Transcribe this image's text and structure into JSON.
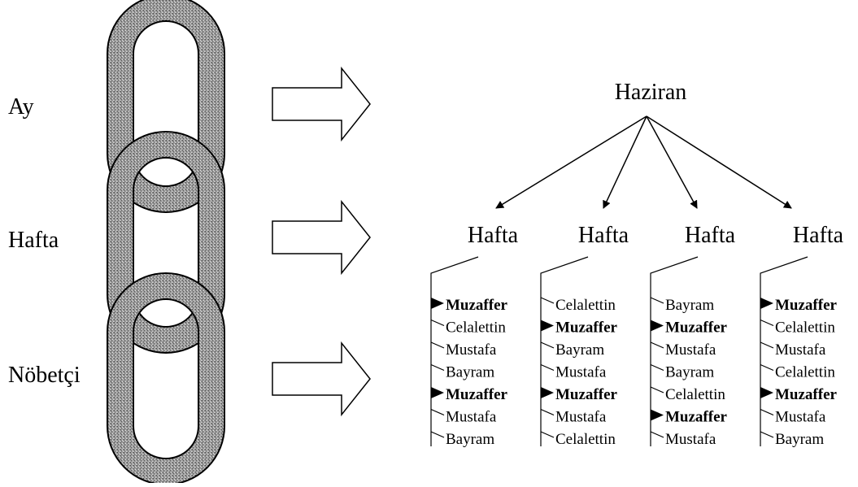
{
  "levels": [
    "Ay",
    "Hafta",
    "Nöbetçi"
  ],
  "root": "Haziran",
  "weeks": [
    {
      "label": "Hafta",
      "names": [
        {
          "text": "Muzaffer",
          "bold": true
        },
        {
          "text": "Celalettin",
          "bold": false
        },
        {
          "text": "Mustafa",
          "bold": false
        },
        {
          "text": "Bayram",
          "bold": false
        },
        {
          "text": "Muzaffer",
          "bold": true
        },
        {
          "text": "Mustafa",
          "bold": false
        },
        {
          "text": "Bayram",
          "bold": false
        }
      ]
    },
    {
      "label": "Hafta",
      "names": [
        {
          "text": "Celalettin",
          "bold": false
        },
        {
          "text": "Muzaffer",
          "bold": true
        },
        {
          "text": "Bayram",
          "bold": false
        },
        {
          "text": "Mustafa",
          "bold": false
        },
        {
          "text": "Muzaffer",
          "bold": true
        },
        {
          "text": "Mustafa",
          "bold": false
        },
        {
          "text": "Celalettin",
          "bold": false
        }
      ]
    },
    {
      "label": "Hafta",
      "names": [
        {
          "text": "Bayram",
          "bold": false
        },
        {
          "text": "Muzaffer",
          "bold": true
        },
        {
          "text": "Mustafa",
          "bold": false
        },
        {
          "text": "Bayram",
          "bold": false
        },
        {
          "text": "Celalettin",
          "bold": false
        },
        {
          "text": "Muzaffer",
          "bold": true
        },
        {
          "text": "Mustafa",
          "bold": false
        }
      ]
    },
    {
      "label": "Hafta",
      "names": [
        {
          "text": "Muzaffer",
          "bold": true
        },
        {
          "text": "Celalettin",
          "bold": false
        },
        {
          "text": "Mustafa",
          "bold": false
        },
        {
          "text": "Celalettin",
          "bold": false
        },
        {
          "text": "Muzaffer",
          "bold": true
        },
        {
          "text": "Mustafa",
          "bold": false
        },
        {
          "text": "Bayram",
          "bold": false
        }
      ]
    }
  ]
}
